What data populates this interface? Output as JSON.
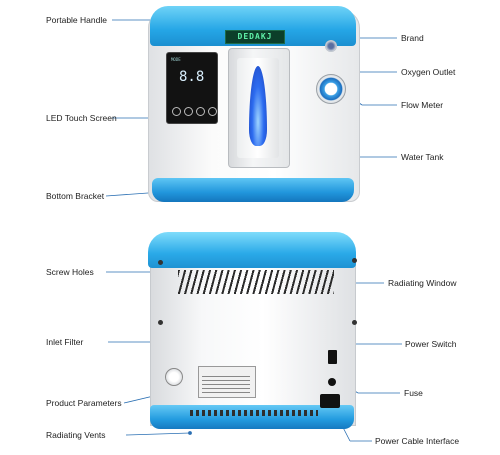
{
  "brand_text": "DEDAKJ",
  "screen": {
    "digits": "8.8",
    "small_text": "MODE"
  },
  "labels": {
    "portable_handle": "Portable Handle",
    "led_touch_screen": "LED Touch Screen",
    "bottom_bracket": "Bottom Bracket",
    "brand": "Brand",
    "oxygen_outlet": "Oxygen Outlet",
    "flow_meter": "Flow Meter",
    "water_tank": "Water Tank",
    "screw_holes": "Screw Holes",
    "inlet_filter": "Inlet Filter",
    "product_parameters": "Product Parameters",
    "radiating_vents": "Radiating Vents",
    "radiating_window": "Radiating Window",
    "power_switch": "Power Switch",
    "fuse": "Fuse",
    "power_cable_interface": "Power Cable Interface"
  },
  "colors": {
    "accent_blue": "#25a6e6",
    "body_white": "#ffffff",
    "leader_line": "#2a6fb3",
    "brand_display_green": "#5ff0a8"
  }
}
